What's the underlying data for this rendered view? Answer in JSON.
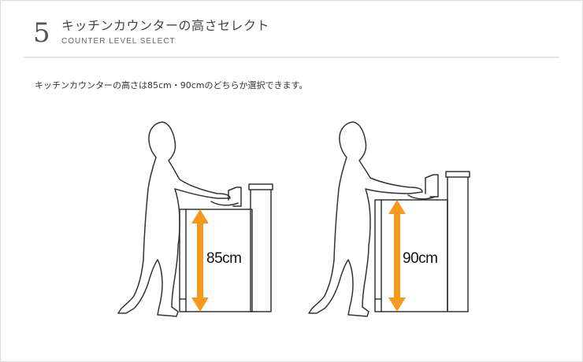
{
  "section": {
    "number": "5",
    "title": "キッチンカウンターの高さセレクト",
    "subtitle": "COUNTER LEVEL SELECT"
  },
  "description": "キッチンカウンターの高さは85cm・90cmのどちらか選択できます。",
  "options": [
    {
      "label": "85cm",
      "height_cm": 85
    },
    {
      "label": "90cm",
      "height_cm": 90
    }
  ],
  "colors": {
    "arrow": "#f39a1e",
    "outline": "#333333",
    "line": "#dcdcdc"
  }
}
